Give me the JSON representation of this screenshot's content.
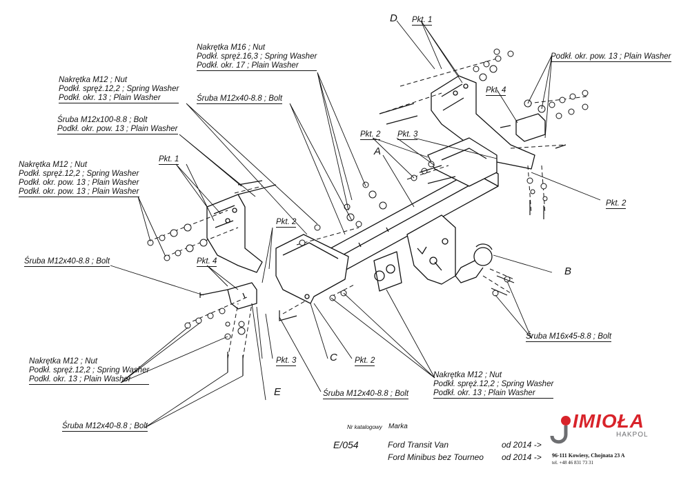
{
  "labels": {
    "nut_m16": [
      "Nakrętka  M16 ; Nut",
      "Podkł. spręż.16,3 ; Spring Washer",
      "Podkł. okr. 17 ; Plain Washer"
    ],
    "bolt_center_top": "Śruba M12x40-8.8 ;  Bolt",
    "nut_m12_top": [
      "Nakrętka  M12 ; Nut",
      "Podkł. spręż.12,2 ; Spring Washer",
      "Podkł. okr. 13 ; Plain Washer"
    ],
    "bolt_m12x100": [
      "Śruba M12x100-8.8 ;  Bolt",
      "Podkł. okr. pow. 13 ; Plain Washer"
    ],
    "nut_m12_left": [
      "Nakrętka  M12 ; Nut",
      "Podkł. spręż.12,2 ; Spring Washer",
      "Podkł. okr. pow. 13 ; Plain Washer",
      "Podkł. okr. pow. 13 ; Plain Washer"
    ],
    "bolt_left_mid": "Śruba M12x40-8.8 ;  Bolt",
    "nut_m12_bottom_left": [
      "Nakrętka  M12 ; Nut",
      "Podkł. spręż.12,2 ; Spring Washer",
      "Podkł. okr. 13 ; Plain Washer"
    ],
    "bolt_bottom_left": "Śruba M12x40-8.8 ;  Bolt",
    "bolt_bottom_center": "Śruba M12x40-8.8 ;  Bolt",
    "nut_m12_bottom_right": [
      "Nakrętka  M12 ; Nut",
      "Podkł. spręż.12,2 ; Spring Washer",
      "Podkł. okr. 13 ; Plain Washer"
    ],
    "bolt_m16x45": "Śruba M16x45-8.8 ;  Bolt",
    "plain_washer_right": "Podkł. okr. pow. 13 ; Plain Washer",
    "pkt1_top": "Pkt. 1",
    "pkt1_left": "Pkt. 1",
    "pkt2_a": "Pkt. 2",
    "pkt2_center": "Pkt. 2",
    "pkt2_right": "Pkt. 2",
    "pkt2_bottom": "Pkt. 2",
    "pkt3_top": "Pkt. 3",
    "pkt3_bottom": "Pkt. 3",
    "pkt4_top": "Pkt. 4",
    "pkt4_left": "Pkt. 4",
    "letter_a": "A",
    "letter_b": "B",
    "letter_c": "C",
    "letter_d": "D",
    "letter_e": "E"
  },
  "title_block": {
    "catalog_label": "Nr katalogowy",
    "brand_label": "Marka",
    "catalog_number": "E/054",
    "row1_model": "Ford Transit  Van",
    "row1_year": "od  2014 ->",
    "row2_model": "Ford Minibus bez Tourneo",
    "row2_year": "od  2014 ->",
    "brand_logo": "IMIOŁA",
    "brand_sub": "HAKPOL",
    "address": "96-111 Kowiesy, Chojnata 23 A",
    "phone": "tel. +48 46 831 73 31"
  },
  "colors": {
    "logo_red": "#d8232a",
    "logo_gray": "#6d6e71",
    "ink": "#111111"
  }
}
